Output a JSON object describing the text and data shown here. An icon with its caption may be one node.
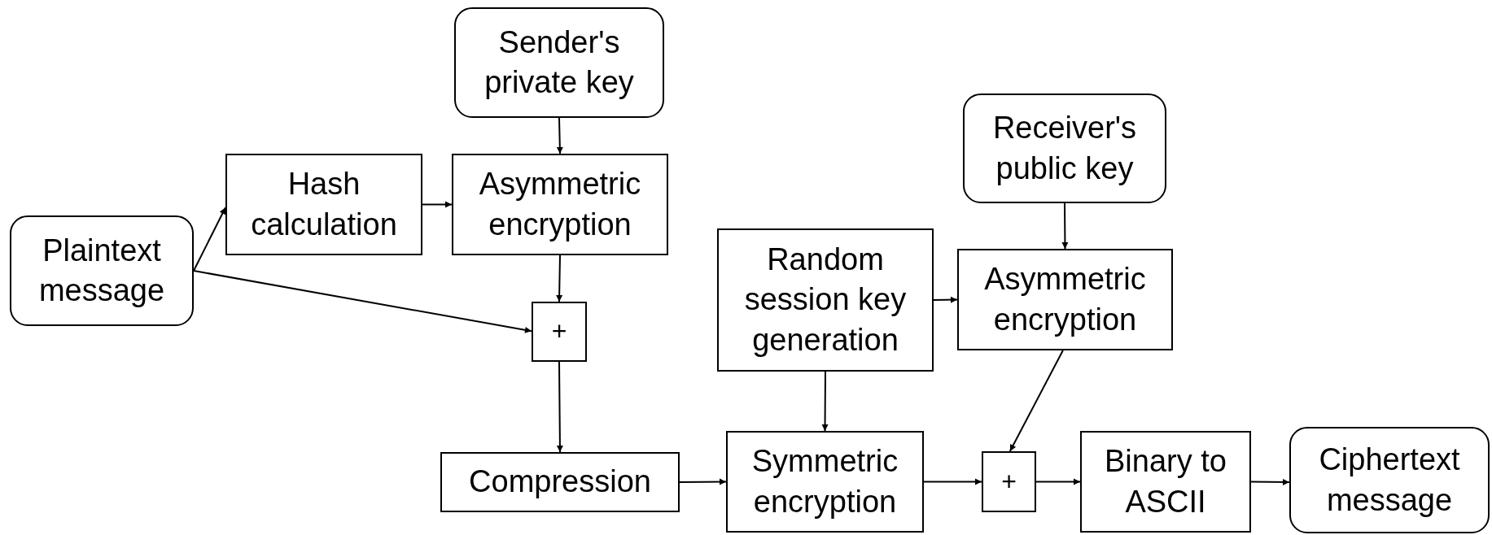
{
  "diagram": {
    "nodes": [
      {
        "text": [
          "Plaintext message"
        ]
      },
      {
        "text": [
          "Hash calculation"
        ]
      },
      {
        "text": [
          "Sender's private key"
        ]
      },
      {
        "text": [
          "Asymmetric encryption"
        ]
      },
      {
        "text": [
          "+"
        ]
      },
      {
        "text": [
          "Compression"
        ]
      },
      {
        "text": [
          "Random session key generation"
        ]
      },
      {
        "text": [
          "Receiver's public key"
        ]
      },
      {
        "text": [
          "Asymmetric encryption"
        ]
      },
      {
        "text": [
          "Symmetric encryption"
        ]
      },
      {
        "text": [
          "+"
        ]
      },
      {
        "text": [
          "Binary to ASCII"
        ]
      },
      {
        "text": [
          "Ciphertext message"
        ]
      }
    ],
    "edges": [
      {
        "from": 0,
        "to": 1,
        "arrow": "to"
      },
      {
        "from": 1,
        "to": 3,
        "arrow": "to"
      },
      {
        "from": 2,
        "to": 3,
        "arrow": "to"
      },
      {
        "from": 3,
        "to": 4,
        "arrow": "to"
      },
      {
        "from": 0,
        "to": 4,
        "arrow": "to"
      },
      {
        "from": 4,
        "to": 5,
        "arrow": "to"
      },
      {
        "from": 5,
        "to": 9,
        "arrow": "to"
      },
      {
        "from": 6,
        "to": 8,
        "arrow": "to"
      },
      {
        "from": 6,
        "to": 9,
        "arrow": "to"
      },
      {
        "from": 7,
        "to": 8,
        "arrow": "to"
      },
      {
        "from": 8,
        "to": 10,
        "arrow": "to"
      },
      {
        "from": 9,
        "to": 10,
        "arrow": "to"
      },
      {
        "from": 10,
        "to": 11,
        "arrow": "to"
      },
      {
        "from": 11,
        "to": 12,
        "arrow": "to"
      }
    ]
  }
}
